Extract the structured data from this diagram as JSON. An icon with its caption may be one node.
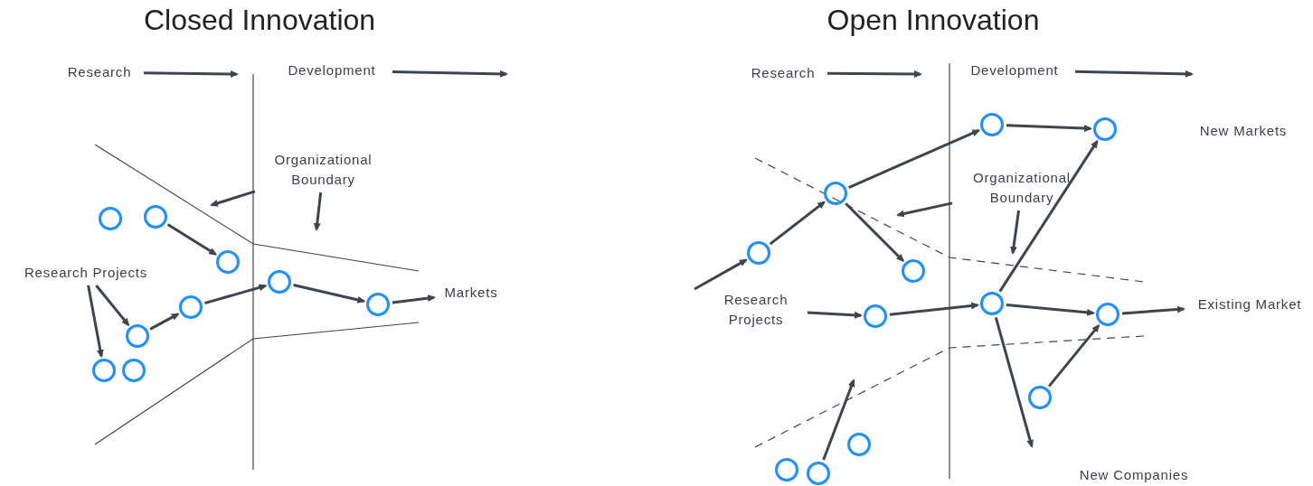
{
  "diagram": {
    "nodes": [
      {
        "text": [
          "Research"
        ]
      },
      {
        "text": [
          "Development"
        ]
      },
      {
        "text": [
          "Organizational Boundary"
        ]
      },
      {
        "text": [],
        "shape": "circle"
      },
      {
        "text": [],
        "shape": "circle"
      },
      {
        "text": [],
        "shape": "circle"
      },
      {
        "text": [
          "Research Projects"
        ]
      },
      {
        "text": [],
        "shape": "circle"
      },
      {
        "text": [],
        "shape": "circle"
      },
      {
        "text": [],
        "shape": "circle"
      },
      {
        "text": [
          "Markets"
        ]
      },
      {
        "text": [],
        "shape": "circle"
      },
      {
        "text": [],
        "shape": "circle"
      },
      {
        "text": [],
        "shape": "circle"
      },
      {
        "text": [
          "Research"
        ]
      },
      {
        "text": [
          "Development"
        ]
      },
      {
        "text": [],
        "shape": "circle"
      },
      {
        "text": [],
        "shape": "circle"
      },
      {
        "text": [
          "New Markets"
        ]
      },
      {
        "text": [
          "Organizational Boundary"
        ]
      },
      {
        "text": [],
        "shape": "circle"
      },
      {
        "text": [],
        "shape": "circle"
      },
      {
        "text": [],
        "shape": "circle"
      },
      {
        "text": [],
        "shape": "circle"
      },
      {
        "text": [],
        "shape": "circle"
      },
      {
        "text": [
          "Existing Market"
        ]
      },
      {
        "text": [
          "Research Projects"
        ]
      },
      {
        "text": [],
        "shape": "circle"
      },
      {
        "text": [],
        "shape": "circle"
      },
      {
        "text": [],
        "shape": "circle"
      },
      {
        "text": [],
        "shape": "circle"
      },
      {
        "text": [],
        "shape": "circle"
      },
      {
        "text": [
          "New Companies"
        ]
      }
    ],
    "edges": [
      {
        "from": 0,
        "to": null,
        "arrow": "to"
      },
      {
        "from": 1,
        "to": null,
        "arrow": "to"
      },
      {
        "from": 2,
        "to": null,
        "arrow": "to"
      },
      {
        "from": 2,
        "to": null,
        "arrow": "to"
      },
      {
        "from": 4,
        "to": 5,
        "arrow": "to"
      },
      {
        "from": 6,
        "to": 11,
        "arrow": "to"
      },
      {
        "from": 6,
        "to": 12,
        "arrow": "to"
      },
      {
        "from": 11,
        "to": 7,
        "arrow": "to"
      },
      {
        "from": 7,
        "to": 8,
        "arrow": "to"
      },
      {
        "from": 8,
        "to": 9,
        "arrow": "to"
      },
      {
        "from": 9,
        "to": 10,
        "arrow": "to"
      },
      {
        "from": 14,
        "to": null,
        "arrow": "to"
      },
      {
        "from": 15,
        "to": null,
        "arrow": "to"
      },
      {
        "from": null,
        "to": 21,
        "arrow": "to"
      },
      {
        "from": 21,
        "to": 20,
        "arrow": "to"
      },
      {
        "from": 20,
        "to": 16,
        "arrow": "to"
      },
      {
        "from": 16,
        "to": 17,
        "arrow": "to"
      },
      {
        "from": 20,
        "to": 22,
        "arrow": "to"
      },
      {
        "from": 19,
        "to": null,
        "arrow": "to"
      },
      {
        "from": 19,
        "to": null,
        "arrow": "to"
      },
      {
        "from": 23,
        "to": 17,
        "arrow": "to"
      },
      {
        "from": 26,
        "to": 27,
        "arrow": "to"
      },
      {
        "from": 27,
        "to": 23,
        "arrow": "to"
      },
      {
        "from": 23,
        "to": 24,
        "arrow": "to"
      },
      {
        "from": 24,
        "to": 25,
        "arrow": "to"
      },
      {
        "from": 23,
        "to": null,
        "arrow": "to"
      },
      {
        "from": 28,
        "to": 24,
        "arrow": "to"
      },
      {
        "from": 31,
        "to": null,
        "arrow": "to"
      }
    ],
    "labels": [
      "Closed Innovation",
      "Open Innovation"
    ]
  }
}
